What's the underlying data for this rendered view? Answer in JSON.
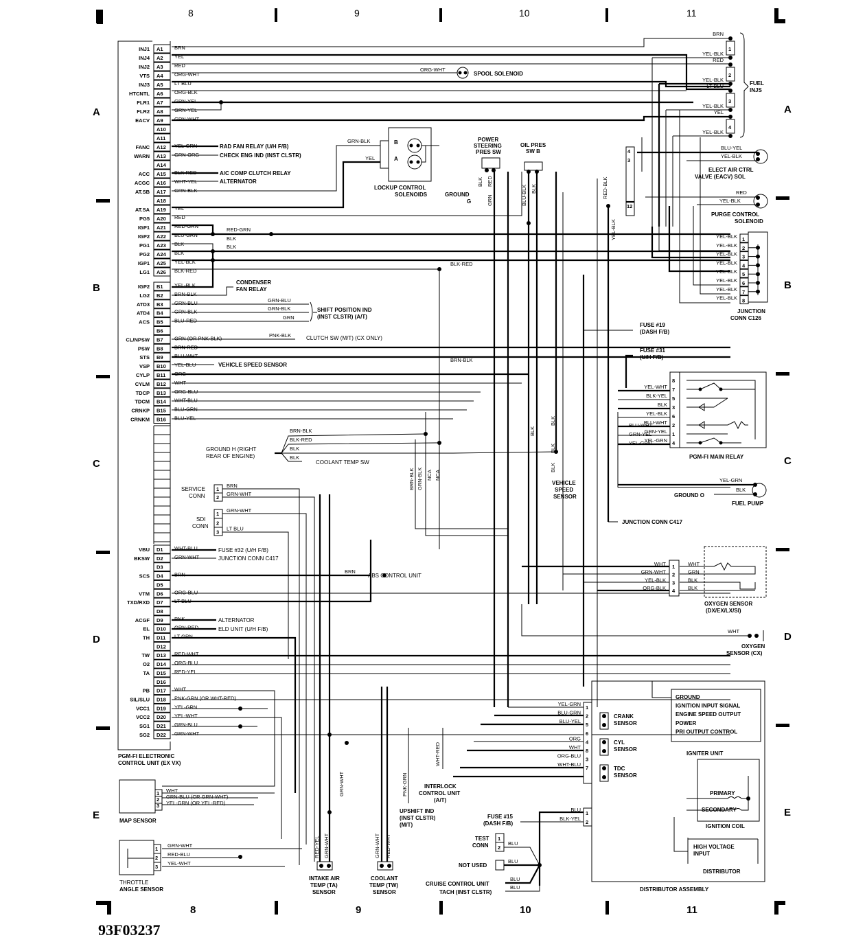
{
  "figure_id": "93F03237",
  "grid": {
    "columns": [
      "8",
      "9",
      "10",
      "11"
    ],
    "rows": [
      "A",
      "B",
      "C",
      "D",
      "E"
    ]
  },
  "ecu": {
    "title_line1": "PGM-FI ELECTRONIC",
    "title_line2": "CONTROL UNIT (EX VX)",
    "pins_a": [
      {
        "pin": "A1",
        "func": "INJ1",
        "wire": "BRN"
      },
      {
        "pin": "A2",
        "func": "INJ4",
        "wire": "YEL"
      },
      {
        "pin": "A3",
        "func": "INJ2",
        "wire": "RED"
      },
      {
        "pin": "A4",
        "func": "VTS",
        "wire": "ORG-WHT"
      },
      {
        "pin": "A5",
        "func": "INJ3",
        "wire": "LT BLU"
      },
      {
        "pin": "A6",
        "func": "HTCNTL",
        "wire": "ORG-BLK"
      },
      {
        "pin": "A7",
        "func": "FLR1",
        "wire": "GRN-YEL"
      },
      {
        "pin": "A8",
        "func": "FLR2",
        "wire": "GRN-YEL"
      },
      {
        "pin": "A9",
        "func": "EACV",
        "wire": "GRN-WHT"
      },
      {
        "pin": "A10",
        "func": "",
        "wire": ""
      },
      {
        "pin": "A11",
        "func": "",
        "wire": ""
      },
      {
        "pin": "A12",
        "func": "FANC",
        "wire": "YEL-GRN"
      },
      {
        "pin": "A13",
        "func": "WARN",
        "wire": "GRN-ORG"
      },
      {
        "pin": "A14",
        "func": "",
        "wire": ""
      },
      {
        "pin": "A15",
        "func": "ACC",
        "wire": "BLK-RED"
      },
      {
        "pin": "A16",
        "func": "ACGC",
        "wire": "WHT-YEL"
      },
      {
        "pin": "A17",
        "func": "AT.SB",
        "wire": "GRN-BLK"
      },
      {
        "pin": "A18",
        "func": "",
        "wire": ""
      },
      {
        "pin": "A19",
        "func": "AT.SA",
        "wire": "YEL"
      },
      {
        "pin": "A20",
        "func": "PG5",
        "wire": "RED"
      },
      {
        "pin": "A21",
        "func": "IGP1",
        "wire": "RED-GRN"
      },
      {
        "pin": "A22",
        "func": "IGP2",
        "wire": "BLU-GRN"
      },
      {
        "pin": "A23",
        "func": "PG1",
        "wire": "BLK"
      },
      {
        "pin": "A24",
        "func": "PG2",
        "wire": "BLK"
      },
      {
        "pin": "A25",
        "func": "IGP1",
        "wire": "YEL-BLK"
      },
      {
        "pin": "A26",
        "func": "LG1",
        "wire": "BLK-RED"
      }
    ],
    "pins_b": [
      {
        "pin": "B1",
        "func": "IGP2",
        "wire": "YEL-BLK"
      },
      {
        "pin": "B2",
        "func": "LG2",
        "wire": "BRN-BLK"
      },
      {
        "pin": "B3",
        "func": "ATD3",
        "wire": "GRN-BLU"
      },
      {
        "pin": "B4",
        "func": "ATD4",
        "wire": "GRN-BLK"
      },
      {
        "pin": "B5",
        "func": "ACS",
        "wire": "BLU-RED"
      },
      {
        "pin": "B6",
        "func": "",
        "wire": ""
      },
      {
        "pin": "B7",
        "func": "CL/NPSW",
        "wire": "GRN (OR PNK-BLK)"
      },
      {
        "pin": "B8",
        "func": "PSW",
        "wire": "BRN-RED"
      },
      {
        "pin": "B9",
        "func": "STS",
        "wire": "BLU-WHT"
      },
      {
        "pin": "B10",
        "func": "VSP",
        "wire": "YEL-BLU"
      },
      {
        "pin": "B11",
        "func": "CYLP",
        "wire": "ORG"
      },
      {
        "pin": "B12",
        "func": "CYLM",
        "wire": "WHT"
      },
      {
        "pin": "B13",
        "func": "TDCP",
        "wire": "ORG-BLU"
      },
      {
        "pin": "B14",
        "func": "TDCM",
        "wire": "WHT-BLU"
      },
      {
        "pin": "B15",
        "func": "CRNKP",
        "wire": "BLU-GRN"
      },
      {
        "pin": "B16",
        "func": "CRNKM",
        "wire": "BLU-YEL"
      }
    ],
    "pins_d": [
      {
        "pin": "D1",
        "func": "VBU",
        "wire": "WHT-BLU"
      },
      {
        "pin": "D2",
        "func": "BKSW",
        "wire": "GRN-WHT"
      },
      {
        "pin": "D3",
        "func": "",
        "wire": ""
      },
      {
        "pin": "D4",
        "func": "SCS",
        "wire": "BRN"
      },
      {
        "pin": "D5",
        "func": "",
        "wire": ""
      },
      {
        "pin": "D6",
        "func": "VTM",
        "wire": "ORG-BLU"
      },
      {
        "pin": "D7",
        "func": "TXD/RXD",
        "wire": "LT BLU"
      },
      {
        "pin": "D8",
        "func": "",
        "wire": ""
      },
      {
        "pin": "D9",
        "func": "ACGF",
        "wire": "PNK"
      },
      {
        "pin": "D10",
        "func": "EL",
        "wire": "GRN-RED"
      },
      {
        "pin": "D11",
        "func": "TH",
        "wire": "LT GRN"
      },
      {
        "pin": "D12",
        "func": "",
        "wire": ""
      },
      {
        "pin": "D13",
        "func": "TW",
        "wire": "RED-WHT"
      },
      {
        "pin": "D14",
        "func": "O2",
        "wire": "ORG-BLU"
      },
      {
        "pin": "D15",
        "func": "TA",
        "wire": "RED-YEL"
      },
      {
        "pin": "D16",
        "func": "",
        "wire": ""
      },
      {
        "pin": "D17",
        "func": "PB",
        "wire": "WHT"
      },
      {
        "pin": "D18",
        "func": "SIL/SLU",
        "wire": "PNK-GRN (OR WHT-RED)"
      },
      {
        "pin": "D19",
        "func": "VCC1",
        "wire": "YEL-GRN"
      },
      {
        "pin": "D20",
        "func": "VCC2",
        "wire": "YEL-WHT"
      },
      {
        "pin": "D21",
        "func": "SG1",
        "wire": "GRN-BLU"
      },
      {
        "pin": "D22",
        "func": "SG2",
        "wire": "GRN-WHT"
      }
    ]
  },
  "destinations": {
    "rad_fan_relay": "RAD FAN RELAY (U/H F/B)",
    "check_eng_ind": "CHECK ENG IND (INST CLSTR)",
    "ac_comp_relay": "A/C COMP CLUTCH RELAY",
    "alternator_a16": "ALTERNATOR",
    "spool_solenoid": "SPOOL SOLENOID",
    "spool_wire": "ORG-WHT",
    "condenser_fan_relay_1": "CONDENSER",
    "condenser_fan_relay_2": "FAN RELAY",
    "shift_pos_1": "SHIFT POSITION IND",
    "shift_pos_2": "(INST CLSTR) (A/T)",
    "shift_wires": [
      "GRN-BLU",
      "GRN-BLK",
      "GRN"
    ],
    "clutch_sw": "CLUTCH SW (M/T) (CX ONLY)",
    "clutch_wire": "PNK-BLK",
    "vss": "VEHICLE SPEED SENSOR",
    "fuse32": "FUSE #32 (U/H F/B)",
    "junction_c417_d2": "JUNCTION CONN C417",
    "abs": "ABS CONTROL UNIT",
    "abs_wire": "BRN",
    "alternator_d9": "ALTERNATOR",
    "eld": "ELD UNIT (U/H F/B)",
    "ground_right_1": "GROUND H (RIGHT",
    "ground_right_2": "REAR OF ENGINE)",
    "ground_wires": [
      "BRN-BLK",
      "BLK-RED",
      "BLK",
      "BLK"
    ],
    "coolant_temp_sw": "COOLANT TEMP SW",
    "bus_wire_red_grn": "RED-GRN",
    "bus_wire_blk1": "BLK",
    "bus_wire_blk2": "BLK",
    "bus_wire_blk_red": "BLK-RED",
    "bus_wire_grn_blk": "BRN-BLK"
  },
  "lockup": {
    "title1": "LOCKUP CONTROL",
    "title2": "SOLENOIDS",
    "wire_b": "GRN-BLK",
    "wire_a": "YEL",
    "label_b": "B",
    "label_a": "A"
  },
  "ps_switch": {
    "title1": "POWER",
    "title2": "STEERING",
    "title3": "PRES SW",
    "wires": [
      "BLK",
      "RED",
      "GRN"
    ],
    "ground": "GROUND",
    "ground_id": "G"
  },
  "oil_switch": {
    "title1": "OIL PRES",
    "title2": "SW B",
    "wires": [
      "BLU-BLK",
      "BLK"
    ]
  },
  "vertical_labels": {
    "red_blk": "RED-BLK",
    "yel_blk": "YEL-BLK",
    "blk1": "BLK",
    "blk2": "BLK",
    "blk3": "BLK",
    "brn_blk": "BRN-BLK",
    "grn_blk": "GRN-BLK",
    "nca1": "NCA",
    "nca2": "NCA",
    "grn_wht": "GRN-WHT",
    "red_yel": "RED-YEL",
    "grn_wht2": "GRN-WHT",
    "grn_wht3": "GRN-WHT",
    "red_wht": "RED-WHT",
    "pnk_grn": "PNK-GRN",
    "wht_red": "WHT-RED"
  },
  "fuel_injectors": {
    "title1": "FUEL",
    "title2": "INJS",
    "items": [
      {
        "num": "1",
        "w1": "BRN",
        "w2": "YEL-BLK"
      },
      {
        "num": "2",
        "w1": "RED",
        "w2": "YEL-BLK"
      },
      {
        "num": "3",
        "w1": "LT BLU",
        "w2": "YEL-BLK"
      },
      {
        "num": "4",
        "w1": "YEL",
        "w2": "YEL-BLK"
      }
    ]
  },
  "eacv": {
    "title1": "ELECT AIR CTRL",
    "title2": "VALVE (EACV) SOL",
    "w1": "BLU-YEL",
    "w2": "YEL-BLK"
  },
  "purge": {
    "title1": "PURGE CONTROL",
    "title2": "SOLENOID",
    "w1": "RED",
    "w2": "YEL-BLK"
  },
  "small_conn": {
    "pins": [
      "4",
      "3",
      "12"
    ]
  },
  "junction_c126": {
    "title1": "JUNCTION",
    "title2": "CONN C126",
    "pins": [
      {
        "num": "1",
        "wire": "YEL-BLK"
      },
      {
        "num": "2",
        "wire": "YEL-BLK"
      },
      {
        "num": "3",
        "wire": "YEL-BLK"
      },
      {
        "num": "4",
        "wire": "YEL-BLK"
      },
      {
        "num": "5",
        "wire": "YEL-BLK"
      },
      {
        "num": "6",
        "wire": "YEL-BLK"
      },
      {
        "num": "7",
        "wire": "YEL-BLK"
      },
      {
        "num": "8",
        "wire": "YEL-BLK"
      }
    ]
  },
  "fuses": {
    "fuse19_1": "FUSE #19",
    "fuse19_2": "(DASH F/B)",
    "fuse31_1": "FUSE #31",
    "fuse31_2": "(U/H F/B)"
  },
  "main_relay": {
    "title": "PGM-FI MAIN RELAY",
    "pins": [
      {
        "num": "8",
        "wire": ""
      },
      {
        "num": "7",
        "wire": "YEL-WHT"
      },
      {
        "num": "5",
        "wire": "BLK-YEL"
      },
      {
        "num": "3",
        "wire": "BLK"
      },
      {
        "num": "6",
        "wire": "YEL-BLK"
      },
      {
        "num": "2",
        "wire": "BLU-WHT"
      },
      {
        "num": "1",
        "wire": "GRN-YEL"
      },
      {
        "num": "4",
        "wire": "YEL-GRN"
      }
    ],
    "left_wires": [
      "BLU-WHT",
      "GRN-YEL",
      "YEL-GRN"
    ]
  },
  "vss_block": {
    "title1": "VEHICLE",
    "title2": "SPEED",
    "title3": "SENSOR",
    "wire": "BLK"
  },
  "fuel_pump": {
    "title": "FUEL PUMP",
    "w1": "YEL-GRN",
    "w2": "BLK",
    "ground": "GROUND O"
  },
  "junction_c417": "JUNCTION CONN C417",
  "service_conn": {
    "title1": "SERVICE",
    "title2": "CONN",
    "pins": [
      {
        "num": "1",
        "wire": "BRN"
      },
      {
        "num": "2",
        "wire": "GRN-WHT"
      }
    ]
  },
  "sdi_conn": {
    "title1": "SDI",
    "title2": "CONN",
    "pins": [
      {
        "num": "1",
        "wire": "GRN-WHT"
      },
      {
        "num": "2",
        "wire": ""
      },
      {
        "num": "3",
        "wire": "LT BLU"
      }
    ]
  },
  "oxygen_sensor": {
    "title1": "OXYGEN SENSOR",
    "title2": "(DX/EX/LX/SI)",
    "pins": [
      {
        "num": "1",
        "left": "WHT",
        "right": "WHT"
      },
      {
        "num": "2",
        "left": "GRN-WHT",
        "right": "GRN"
      },
      {
        "num": "3",
        "left": "YEL-BLK",
        "right": "BLK"
      },
      {
        "num": "4",
        "left": "ORG-BLK",
        "right": "BLK"
      }
    ]
  },
  "oxygen_sensor_cx": {
    "title1": "OXYGEN",
    "title2": "SENSOR (CX)",
    "wire": "WHT"
  },
  "distributor": {
    "assembly_title": "DISTRIBUTOR ASSEMBLY",
    "pins": [
      {
        "num": "1",
        "wire": "YEL-GRN"
      },
      {
        "num": "2",
        "wire": "BLU-GRN"
      },
      {
        "num": "5",
        "wire": "BLU-YEL"
      },
      {
        "num": "6",
        "wire": ""
      },
      {
        "num": "4",
        "wire": "ORG"
      },
      {
        "num": "8",
        "wire": "WHT"
      },
      {
        "num": "3",
        "wire": "ORG-BLU"
      },
      {
        "num": "7",
        "wire": "WHT-BLU"
      }
    ],
    "lower_pins": [
      {
        "num": "1",
        "wire": "BLU"
      },
      {
        "num": "2",
        "wire": "BLK-YEL"
      }
    ],
    "crank1": "CRANK",
    "crank2": "SENSOR",
    "cyl1": "CYL",
    "cyl2": "SENSOR",
    "tdc1": "TDC",
    "tdc2": "SENSOR",
    "igniter_lines": [
      "GROUND",
      "IGNITION INPUT SIGNAL",
      "ENGINE SPEED OUTPUT",
      "POWER",
      "PRI OUTPUT CONTROL"
    ],
    "igniter_title": "IGNITER UNIT",
    "primary": "PRIMARY",
    "secondary": "SECONDARY",
    "coil_title": "IGNITION COIL",
    "hv1": "HIGH VOLTAGE",
    "hv2": "INPUT",
    "dist_title": "DISTRIBUTOR"
  },
  "fuse15": {
    "l1": "FUSE #15",
    "l2": "(DASH F/B)"
  },
  "test_conn": {
    "l1": "TEST",
    "l2": "CONN",
    "pins": [
      "1",
      "2"
    ],
    "wire": "BLU"
  },
  "not_used": {
    "label": "NOT USED",
    "wire": "BLU"
  },
  "cruise": {
    "label": "CRUISE CONTROL UNIT",
    "wire": "BLU"
  },
  "tach": {
    "label": "TACH (INST CLSTR)",
    "wire": "BLU"
  },
  "interlock": {
    "l1": "INTERLOCK",
    "l2": "CONTROL UNIT",
    "l3": "(A/T)"
  },
  "upshift": {
    "l1": "UPSHIFT IND",
    "l2": "(INST CLSTR)",
    "l3": "(M/T)"
  },
  "map_sensor": {
    "title": "MAP SENSOR",
    "pins": [
      {
        "num": "1",
        "wire": "WHT"
      },
      {
        "num": "2",
        "wire": "GRN-BLU (OR GRN-WHT)"
      },
      {
        "num": "3",
        "wire": "YEL-GRN (OR YEL-RED)"
      }
    ]
  },
  "tps": {
    "title1": "THROTTLE",
    "title2": "ANGLE SENSOR",
    "pins": [
      {
        "num": "1",
        "wire": "GRN-WHT"
      },
      {
        "num": "2",
        "wire": "RED-BLU"
      },
      {
        "num": "3",
        "wire": "YEL-WHT"
      }
    ]
  },
  "iat": {
    "l1": "INTAKE AIR",
    "l2": "TEMP (TA)",
    "l3": "SENSOR"
  },
  "ect": {
    "l1": "COOLANT",
    "l2": "TEMP (TW)",
    "l3": "SENSOR"
  }
}
